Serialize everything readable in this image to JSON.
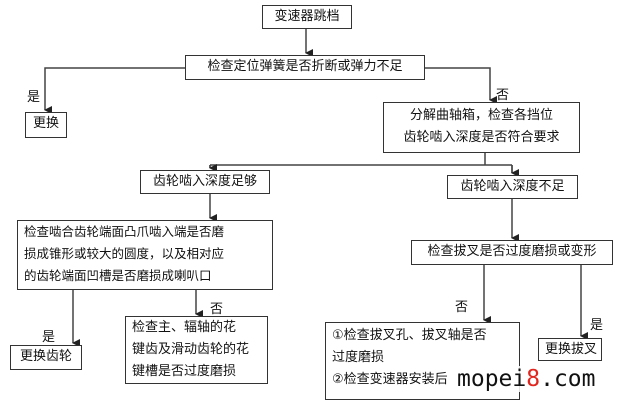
{
  "nodes": {
    "start": "变速器跳档",
    "check_spring": "检查定位弹簧是否折断或弹力不足",
    "replace": "更换",
    "disassemble": [
      "分解曲轴箱，检查各挡位",
      "齿轮啮入深度是否符合要求"
    ],
    "depth_ok": "齿轮啮入深度足够",
    "depth_low": "齿轮啮入深度不足",
    "check_gear_face": [
      "检查啮合齿轮端面凸爪啮入端是否磨",
      "损成锥形或较大的圆度，以及相对应",
      "的齿轮端面凹槽是否磨损成喇叭口"
    ],
    "check_fork": "检查拔叉是否过度磨损或变形",
    "replace_gear": "更换齿轮",
    "check_spline": [
      "检查主、辐轴的花",
      "键齿及滑动齿轮的花",
      "键槽是否过度磨损"
    ],
    "check_fork_hole": [
      "①检查拔叉孔、拔叉轴是否",
      "过度磨损",
      "②检查变速器安装后"
    ],
    "replace_fork": "更换拔叉"
  },
  "labels": {
    "yes": "是",
    "no": "否"
  },
  "watermark": {
    "a": "mopei",
    "b": "8",
    "c": ".com"
  }
}
